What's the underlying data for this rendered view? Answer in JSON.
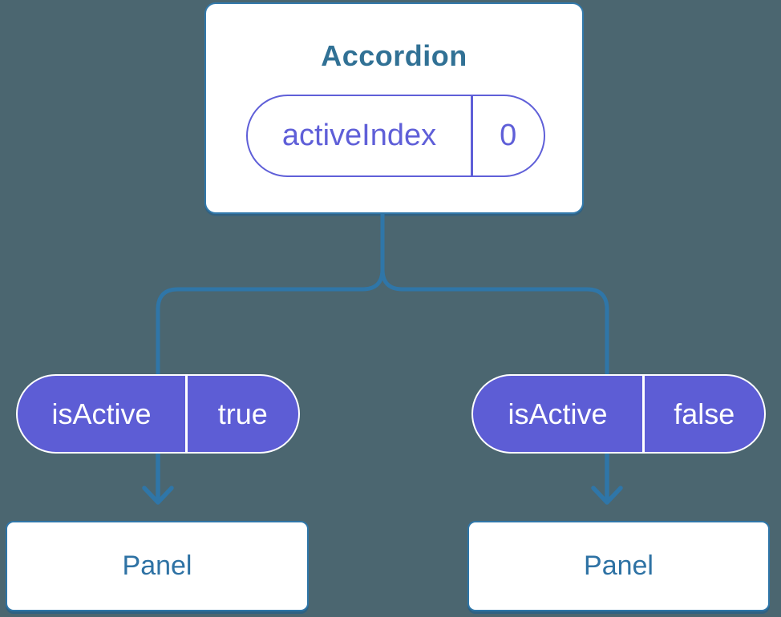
{
  "colors": {
    "background": "#4b6670",
    "line": "#2f76a8",
    "card_border": "#3279ab",
    "title_text": "#317195",
    "panel_text": "#2e72a4",
    "pill_purple": "#5d5dd5",
    "pill_purple_border": "#5f5fd8",
    "white": "#ffffff"
  },
  "root_node": {
    "title": "Accordion",
    "prop_pill": {
      "label": "activeIndex",
      "value": "0"
    }
  },
  "branches": [
    {
      "state_pill": {
        "label": "isActive",
        "value": "true"
      },
      "panel_label": "Panel"
    },
    {
      "state_pill": {
        "label": "isActive",
        "value": "false"
      },
      "panel_label": "Panel"
    }
  ]
}
